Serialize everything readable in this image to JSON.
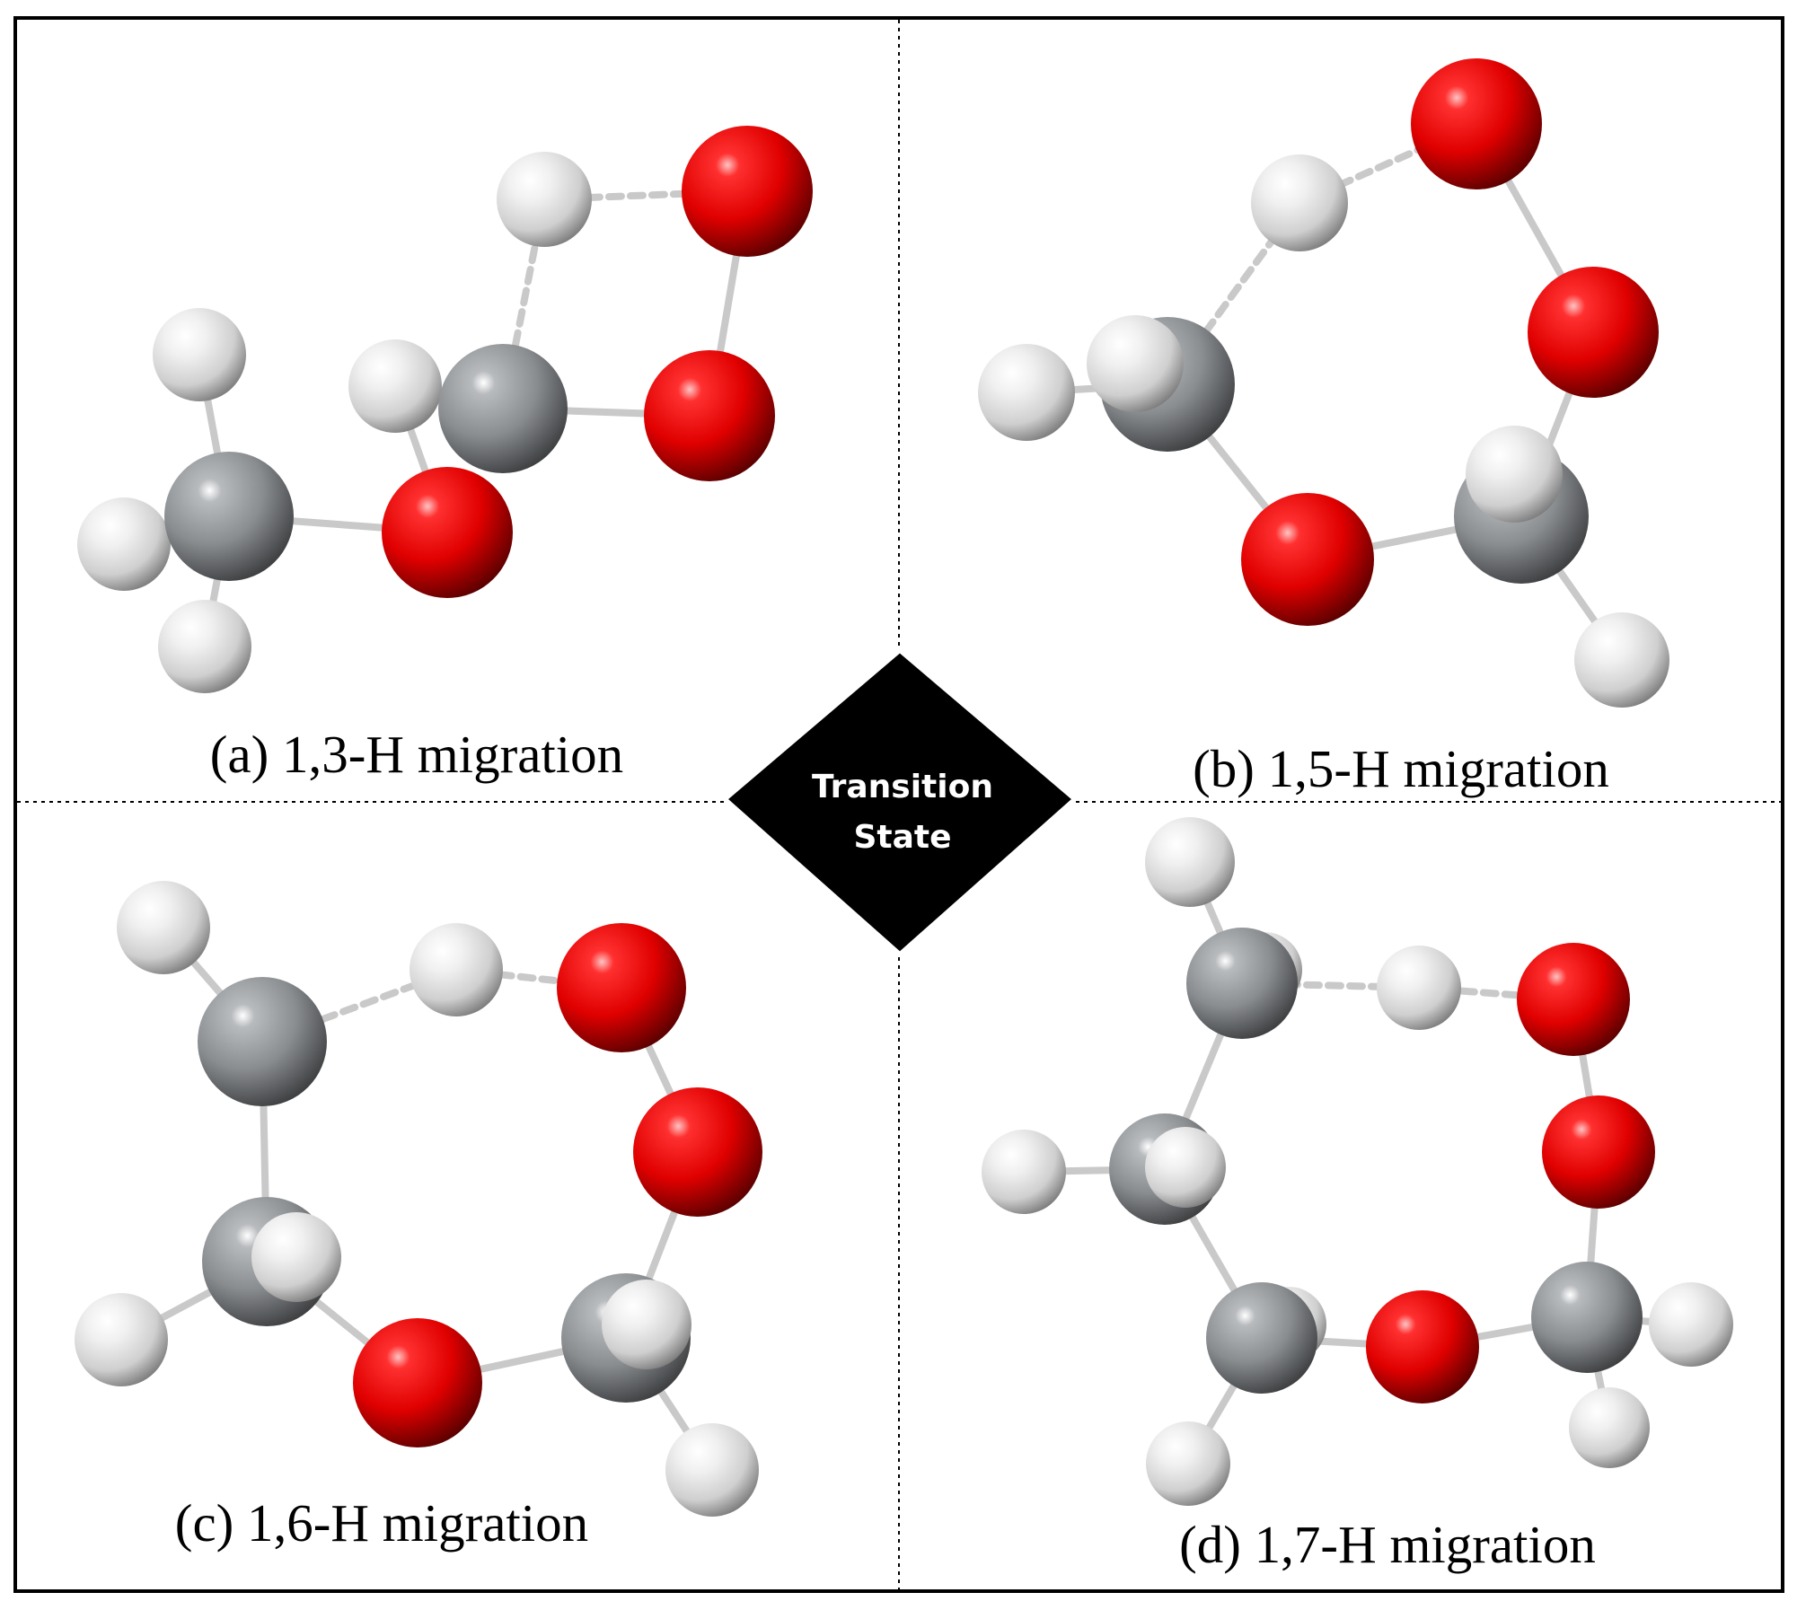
{
  "panels": [
    {
      "id": "a",
      "caption": "(a) 1,3-H migration"
    },
    {
      "id": "b",
      "caption": "(b) 1,5-H migration"
    },
    {
      "id": "c",
      "caption": "(c) 1,6-H migration"
    },
    {
      "id": "d",
      "caption": "(d) 1,7-H migration"
    }
  ],
  "center": {
    "line1": "Transition",
    "line2": "State"
  },
  "colors": {
    "oxygen": "#e00000",
    "carbon": "#8a8d90",
    "hydrogen": "#d8d8d8",
    "bond": "#c9c9c9",
    "frame": "#000000",
    "diamond": "#000000"
  }
}
